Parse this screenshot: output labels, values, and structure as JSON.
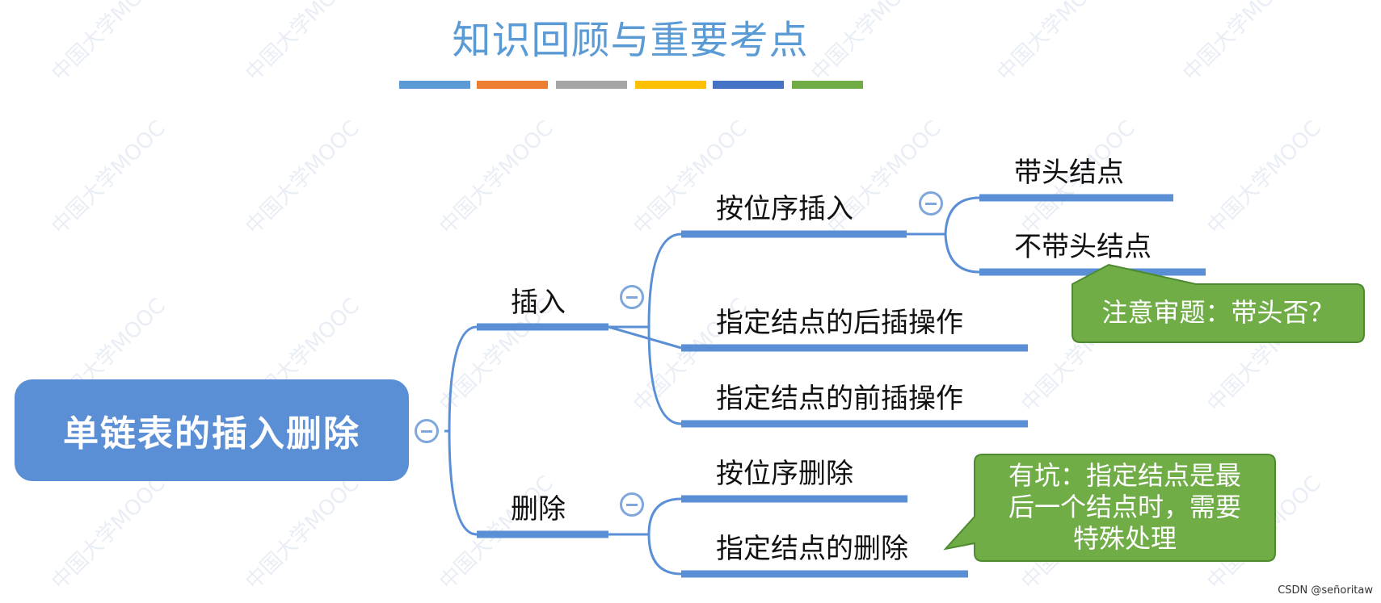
{
  "title": "知识回顾与重要考点",
  "color_bars": [
    "#5b9bd5",
    "#ed7d31",
    "#a5a5a5",
    "#ffc000",
    "#4472c4",
    "#70ad47"
  ],
  "root": "单链表的插入删除",
  "branches": {
    "insert": {
      "label": "插入",
      "children": {
        "by_order": {
          "label": "按位序插入",
          "children": [
            "带头结点",
            "不带头结点"
          ]
        },
        "after": "指定结点的后插操作",
        "before": "指定结点的前插操作"
      }
    },
    "delete": {
      "label": "删除",
      "children": {
        "by_order": "按位序删除",
        "node": "指定结点的删除"
      }
    }
  },
  "callouts": {
    "head": "注意审题：带头否？",
    "pitfall": [
      "有坑：指定结点是最",
      "后一个结点时，需要",
      "特殊处理"
    ]
  },
  "watermark": "中国大学MOOC",
  "footer": "CSDN @señoritaw",
  "colors": {
    "title": "#5b9bd5",
    "line": "#5b8fd5",
    "root_fill": "#5b8fd5",
    "callout_fill": "#70ad47",
    "callout_border": "#4e8a2f"
  }
}
